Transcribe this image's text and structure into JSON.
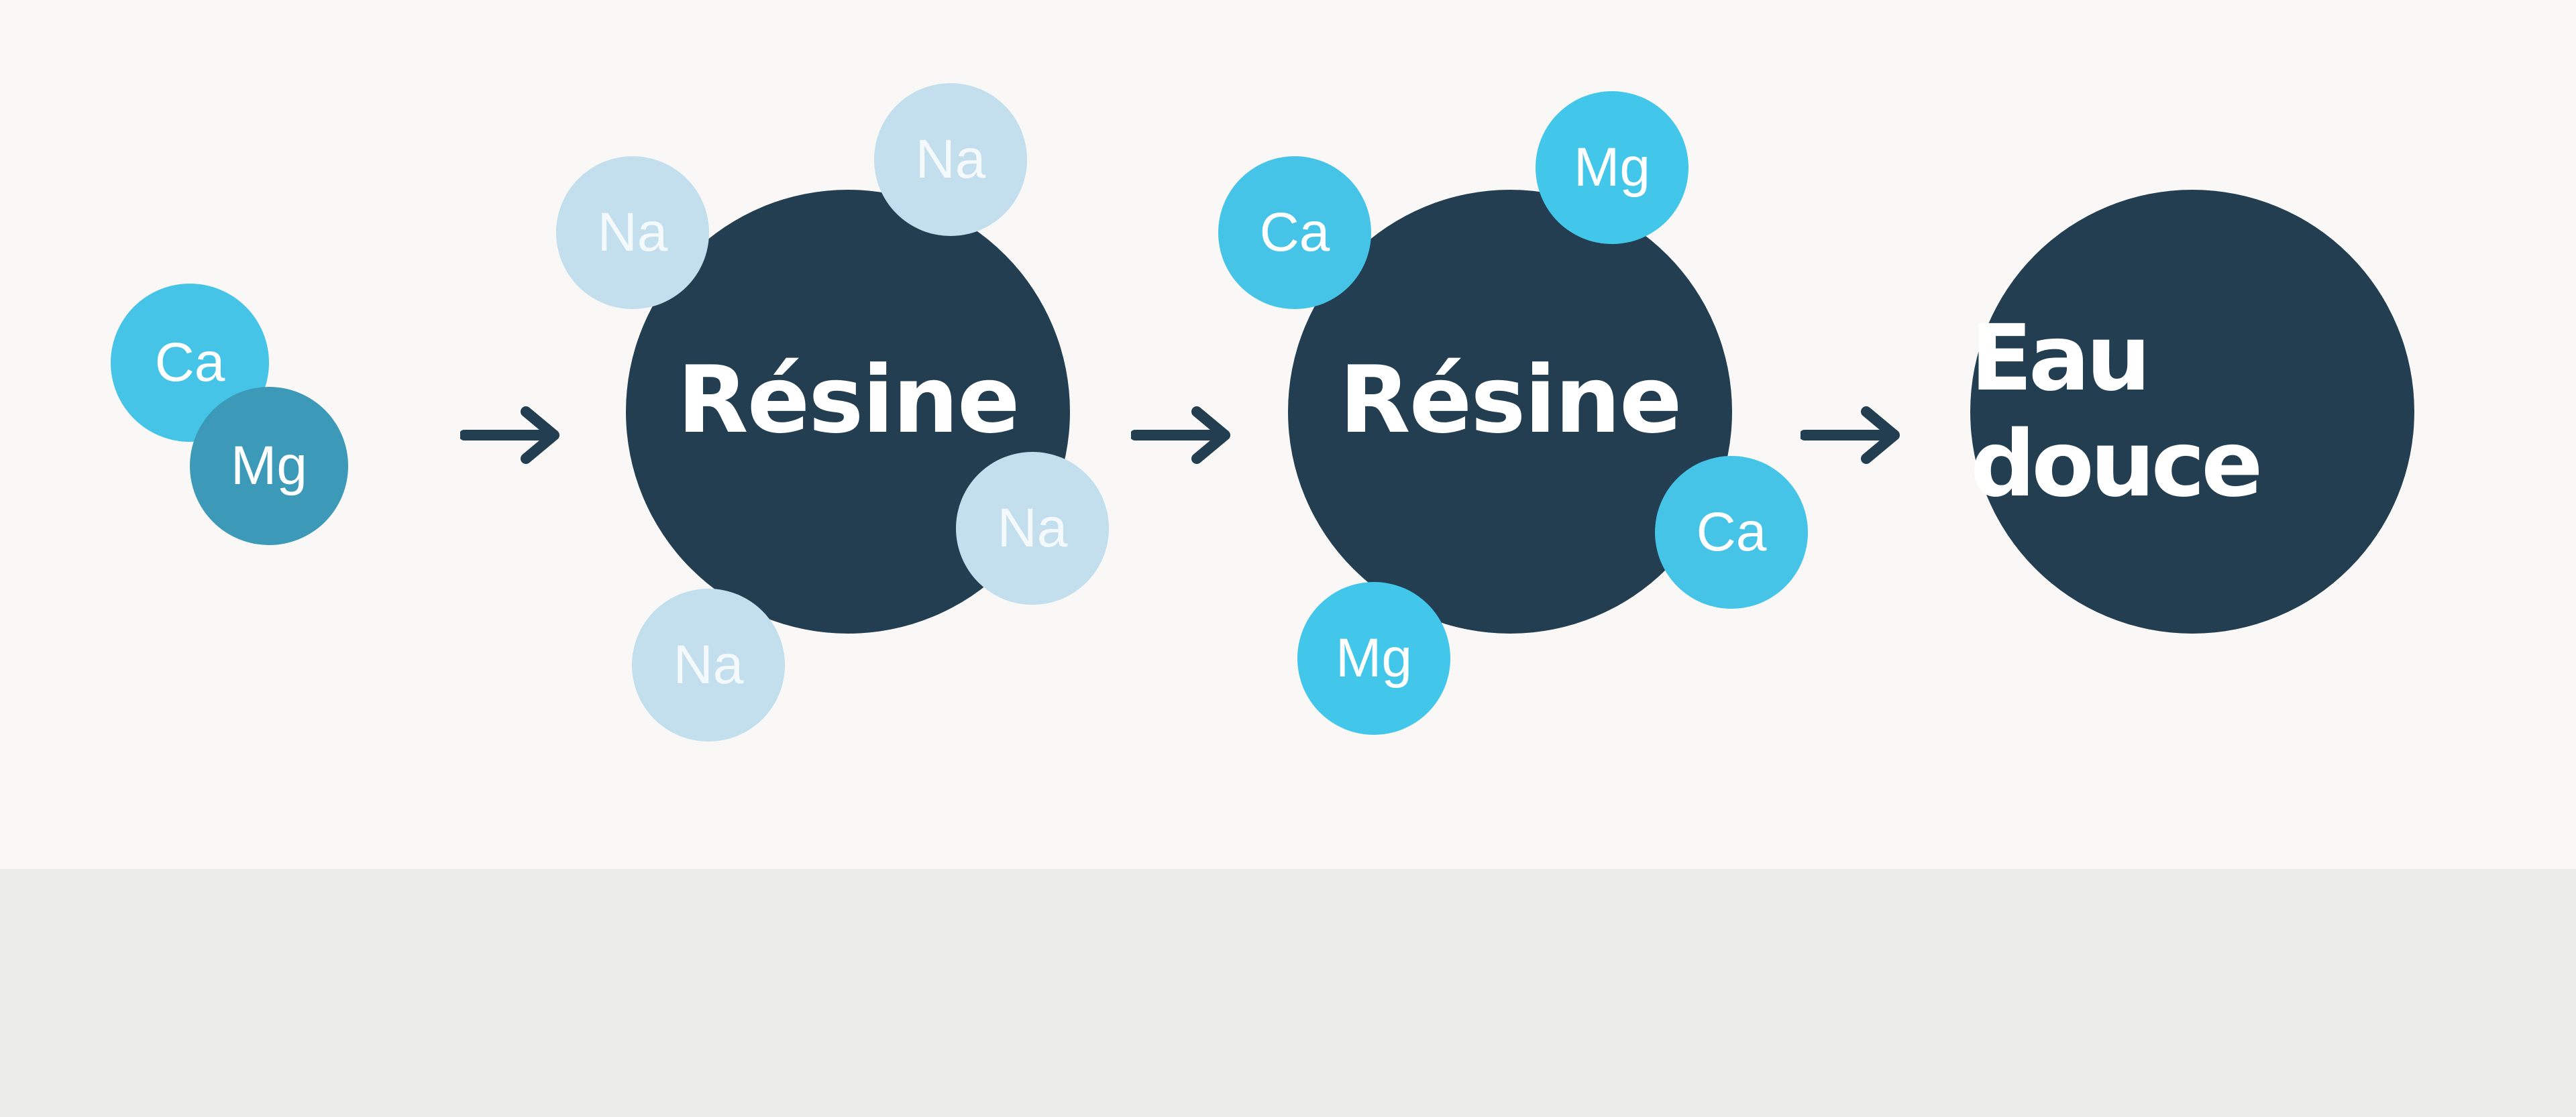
{
  "stage1": {
    "ions": [
      "Ca",
      "Mg"
    ]
  },
  "stage2": {
    "resin_label": "Résine",
    "ions": [
      "Na",
      "Na",
      "Na",
      "Na"
    ]
  },
  "stage3": {
    "resin_label": "Résine",
    "ions": [
      "Ca",
      "Mg",
      "Ca",
      "Mg"
    ]
  },
  "stage4": {
    "label": "Eau douce"
  },
  "colors": {
    "resin": "#233e51",
    "ion_na": "#c3dfee",
    "ion_ca_mg": "#45c4e7",
    "ion_mg_dark": "#3c9ab8",
    "arrow": "#233e51",
    "background": "#f9f8f6",
    "footer": "#ececeb"
  }
}
